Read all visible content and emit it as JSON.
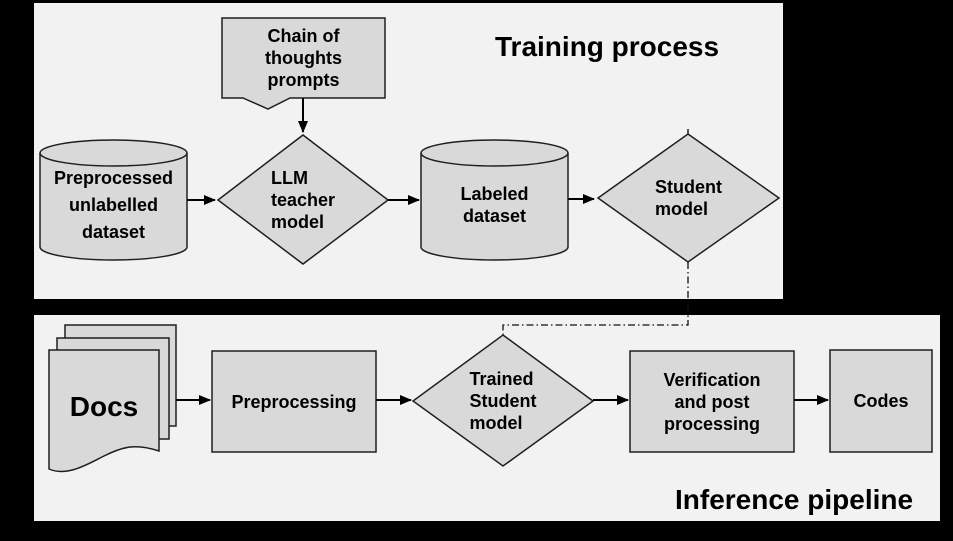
{
  "colors": {
    "background": "#000000",
    "panel": "#f2f2f2",
    "shape_fill": "#d9d9d9",
    "shape_stroke": "#1f1f1f",
    "arrow": "#000000",
    "text": "#000000"
  },
  "training": {
    "title": "Training process",
    "nodes": {
      "cot_prompts": "Chain of\nthoughts\nprompts",
      "preprocessed_dataset": "Preprocessed\nunlabelled\ndataset",
      "llm_teacher": "LLM\nteacher\nmodel",
      "labeled_dataset": "Labeled\ndataset",
      "student_model": "Student\nmodel"
    }
  },
  "inference": {
    "title": "Inference pipeline",
    "nodes": {
      "docs": "Docs",
      "preprocessing": "Preprocessing",
      "trained_student": "Trained\nStudent\nmodel",
      "verification": "Verification\nand post\nprocessing",
      "codes": "Codes"
    }
  }
}
